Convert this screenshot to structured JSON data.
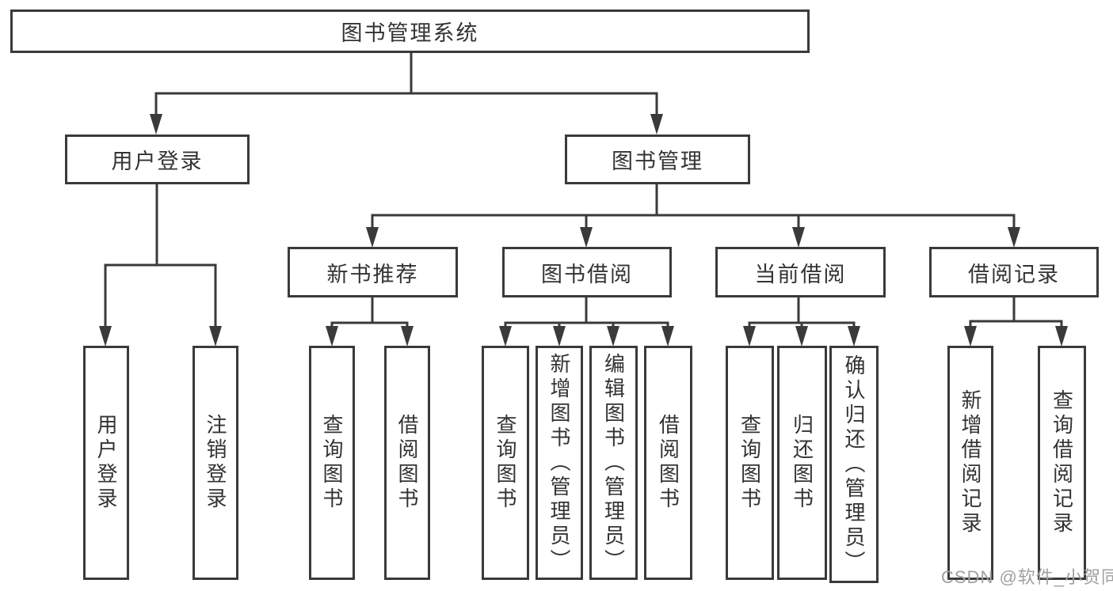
{
  "diagram": {
    "root": "图书管理系统",
    "level2": {
      "user_login": "用户登录",
      "book_management": "图书管理"
    },
    "level3": {
      "new_book_recommend": "新书推荐",
      "book_borrow": "图书借阅",
      "current_borrow": "当前借阅",
      "borrow_records": "借阅记录"
    },
    "leaves": {
      "user_login": [
        "用户登录",
        "注销登录"
      ],
      "new_book_recommend": [
        "查询图书",
        "借阅图书"
      ],
      "book_borrow": [
        "查询图书",
        "新增图书（管理员）",
        "编辑图书（管理员）",
        "借阅图书"
      ],
      "current_borrow": [
        "查询图书",
        "归还图书",
        "确认归还（管理员）"
      ],
      "borrow_records": [
        "新增借阅记录",
        "查询借阅记录"
      ]
    }
  },
  "watermark": "CSDN @软件_小贺同学",
  "colors": {
    "line": "#3a3a3a",
    "text": "#333333",
    "watermark": "#a0a0a0",
    "background": "#ffffff"
  }
}
